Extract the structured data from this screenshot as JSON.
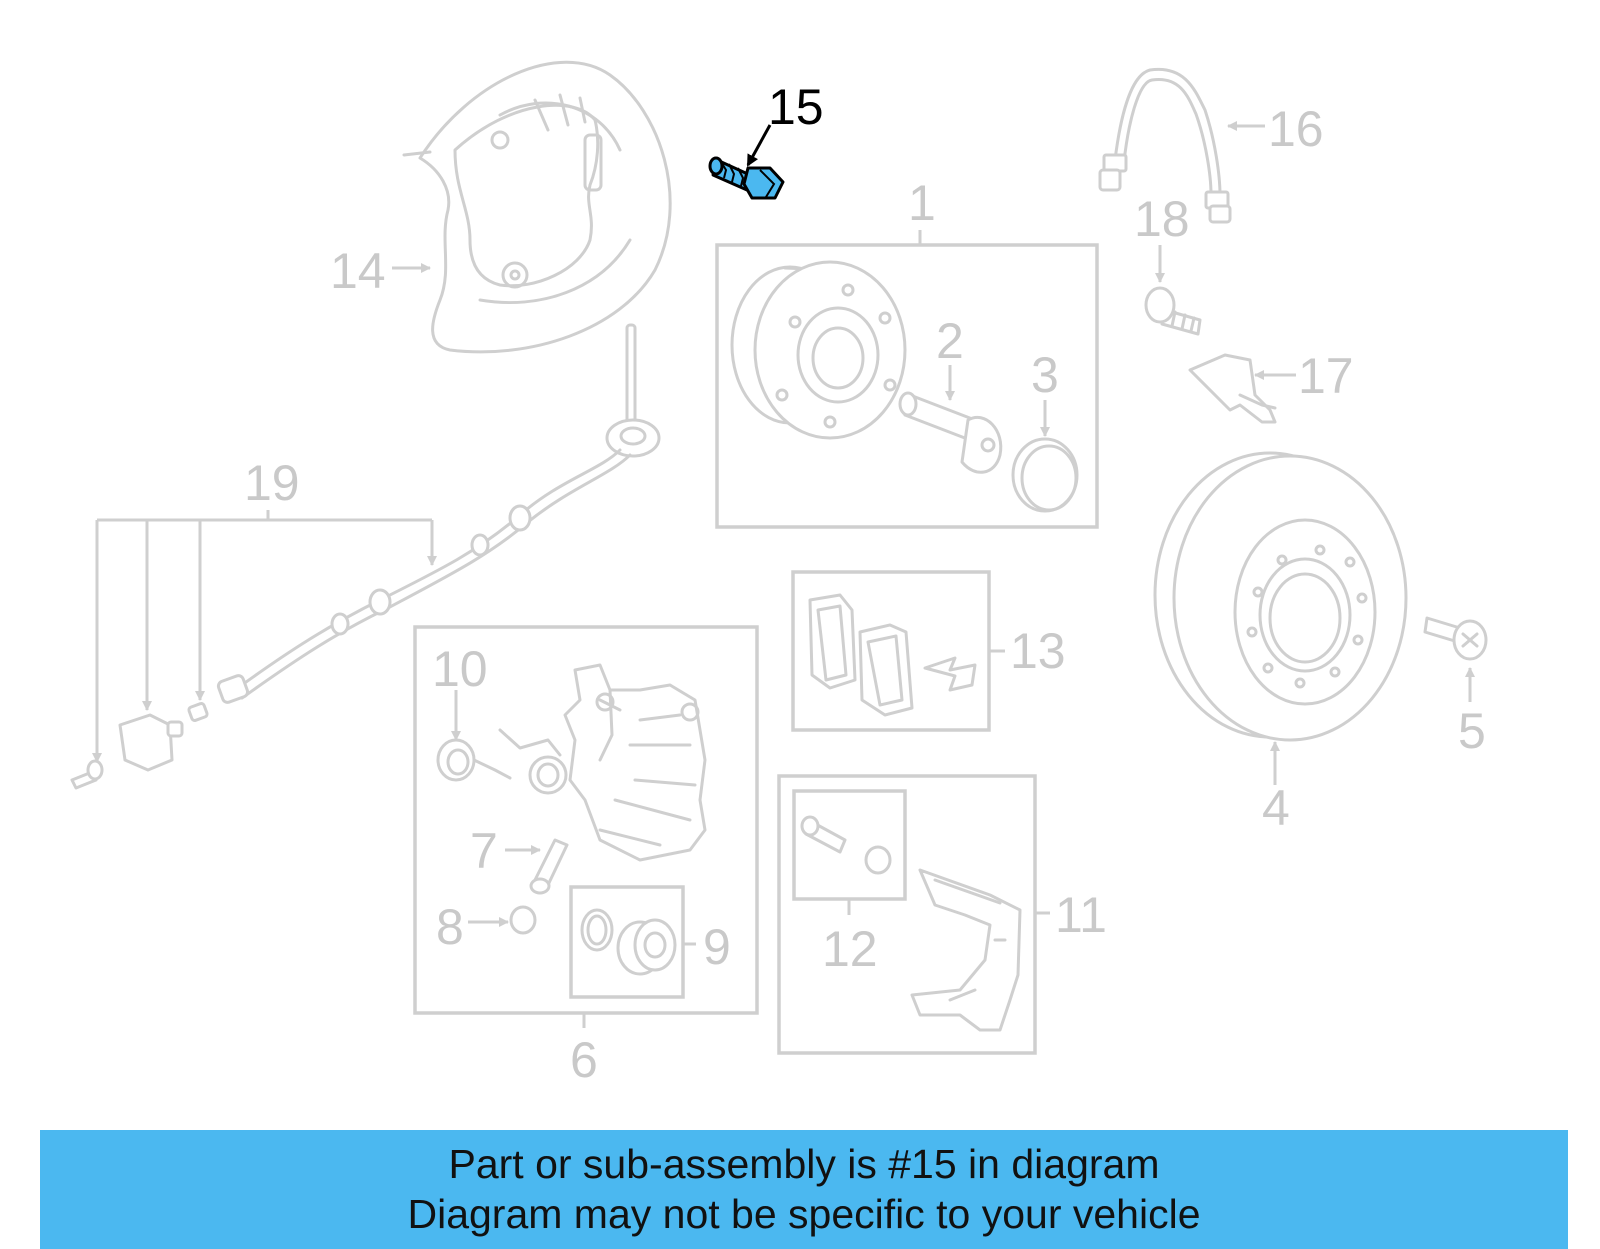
{
  "labels": {
    "p1": "1",
    "p2": "2",
    "p3": "3",
    "p4": "4",
    "p5": "5",
    "p6": "6",
    "p7": "7",
    "p8": "8",
    "p9": "9",
    "p10": "10",
    "p11": "11",
    "p12": "12",
    "p13": "13",
    "p14": "14",
    "p15": "15",
    "p16": "16",
    "p17": "17",
    "p18": "18",
    "p19": "19"
  },
  "highlighted_part": "15",
  "colors": {
    "highlight": "#4bb8f0",
    "line": "#cfcfcf",
    "banner": "#4bb8f0"
  },
  "banner": {
    "line1": "Part or sub-assembly is #15 in diagram",
    "line2": "Diagram may not be specific to your vehicle"
  }
}
